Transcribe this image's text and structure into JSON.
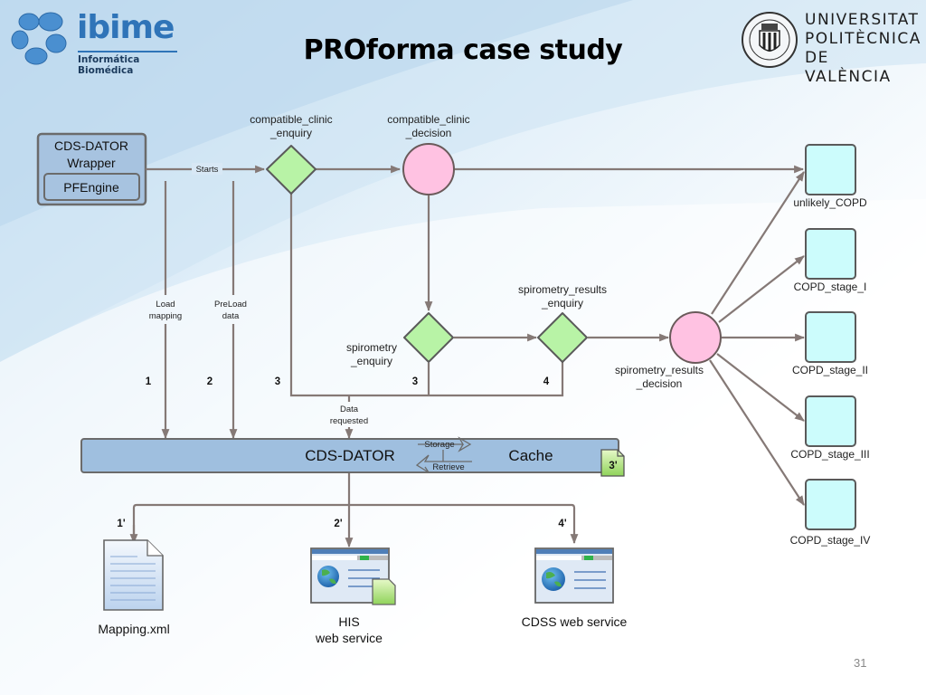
{
  "slide": {
    "title": "PROforma case study",
    "page_number": "31",
    "logos": {
      "left": {
        "word": "ibime",
        "subtitle": "Informática Biomédica"
      },
      "right": {
        "lines": [
          "UNIVERSITAT",
          "POLITÈCNICA",
          "DE VALÈNCIA"
        ]
      }
    }
  },
  "colors": {
    "enquiry_fill": "#b8f3a6",
    "decision_fill": "#ffc2e2",
    "outcome_fill": "#ccfcfc",
    "edge": "#857976",
    "bar_fill": "#9fbfdf",
    "wrapper_fill": "#a7c3e0"
  },
  "wrapper": {
    "title_line1": "CDS-DATOR",
    "title_line2": "Wrapper",
    "engine": "PFEngine"
  },
  "nodes": {
    "compatible_clinic_enquiry": {
      "line1": "compatible_clinic",
      "line2": "_enquiry",
      "type": "enquiry"
    },
    "compatible_clinic_decision": {
      "line1": "compatible_clinic",
      "line2": "_decision",
      "type": "decision"
    },
    "spirometry_enquiry": {
      "line1": "spirometry",
      "line2": "_enquiry",
      "type": "enquiry"
    },
    "spirometry_results_enquiry": {
      "line1": "spirometry_results",
      "line2": "_enquiry",
      "type": "enquiry"
    },
    "spirometry_results_decision": {
      "line1": "spirometry_results",
      "line2": "_decision",
      "type": "decision"
    }
  },
  "outcomes": [
    "unlikely_COPD",
    "COPD_stage_I",
    "COPD_stage_II",
    "COPD_stage_III",
    "COPD_stage_IV"
  ],
  "edge_labels": {
    "starts": "Starts",
    "load_mapping": [
      "Load",
      "mapping"
    ],
    "preload_data": [
      "PreLoad",
      "data"
    ],
    "data_requested": [
      "Data",
      "requested"
    ]
  },
  "step_numbers": {
    "s1": "1",
    "s2": "2",
    "s3a": "3",
    "s3b": "3",
    "s4": "4",
    "s1p": "1'",
    "s2p": "2'",
    "s3p": "3'",
    "s4p": "4'"
  },
  "cds_bar": {
    "left_label": "CDS-DATOR",
    "right_label": "Cache",
    "storage": "Storage",
    "retrieve": "Retrieve"
  },
  "resources": {
    "mapping": {
      "label": "Mapping.xml"
    },
    "his": {
      "line1": "HIS",
      "line2": "web service"
    },
    "cdss": {
      "label": "CDSS web service"
    }
  }
}
